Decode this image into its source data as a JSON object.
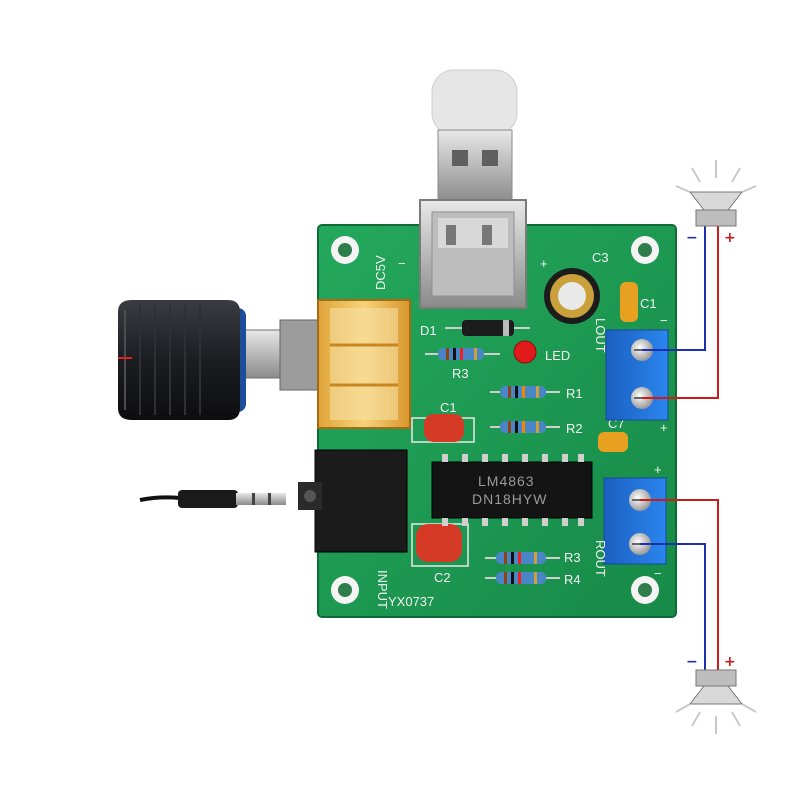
{
  "board": {
    "model": "YX0737",
    "power_label": "DC5V",
    "input_label": "INPUT",
    "chip_line1": "LM4863",
    "chip_line2": "DN18HYW",
    "lout": "LOUT",
    "rout": "ROUT",
    "labels": {
      "d1": "D1",
      "led": "LED",
      "r3a": "R3",
      "r1": "R1",
      "r2": "R2",
      "c1a": "C1",
      "c1b": "C1",
      "c2": "C2",
      "c3": "C3",
      "c7": "C7",
      "r3b": "R3",
      "r4": "R4",
      "plus_usb": "+",
      "minus_usb": "−",
      "plus_l": "+",
      "minus_l": "−",
      "plus_r": "+",
      "minus_r": "−"
    }
  },
  "speakers": {
    "top_minus": "−",
    "top_plus": "+",
    "bottom_minus": "−",
    "bottom_plus": "+"
  },
  "colors": {
    "pcb": "#1f9e55",
    "terminal": "#1e6fd6",
    "wire_red": "#cc1b1b",
    "wire_blue": "#1e2fb0",
    "knob": "#1d1f24",
    "capacitor": "#d43a25"
  }
}
